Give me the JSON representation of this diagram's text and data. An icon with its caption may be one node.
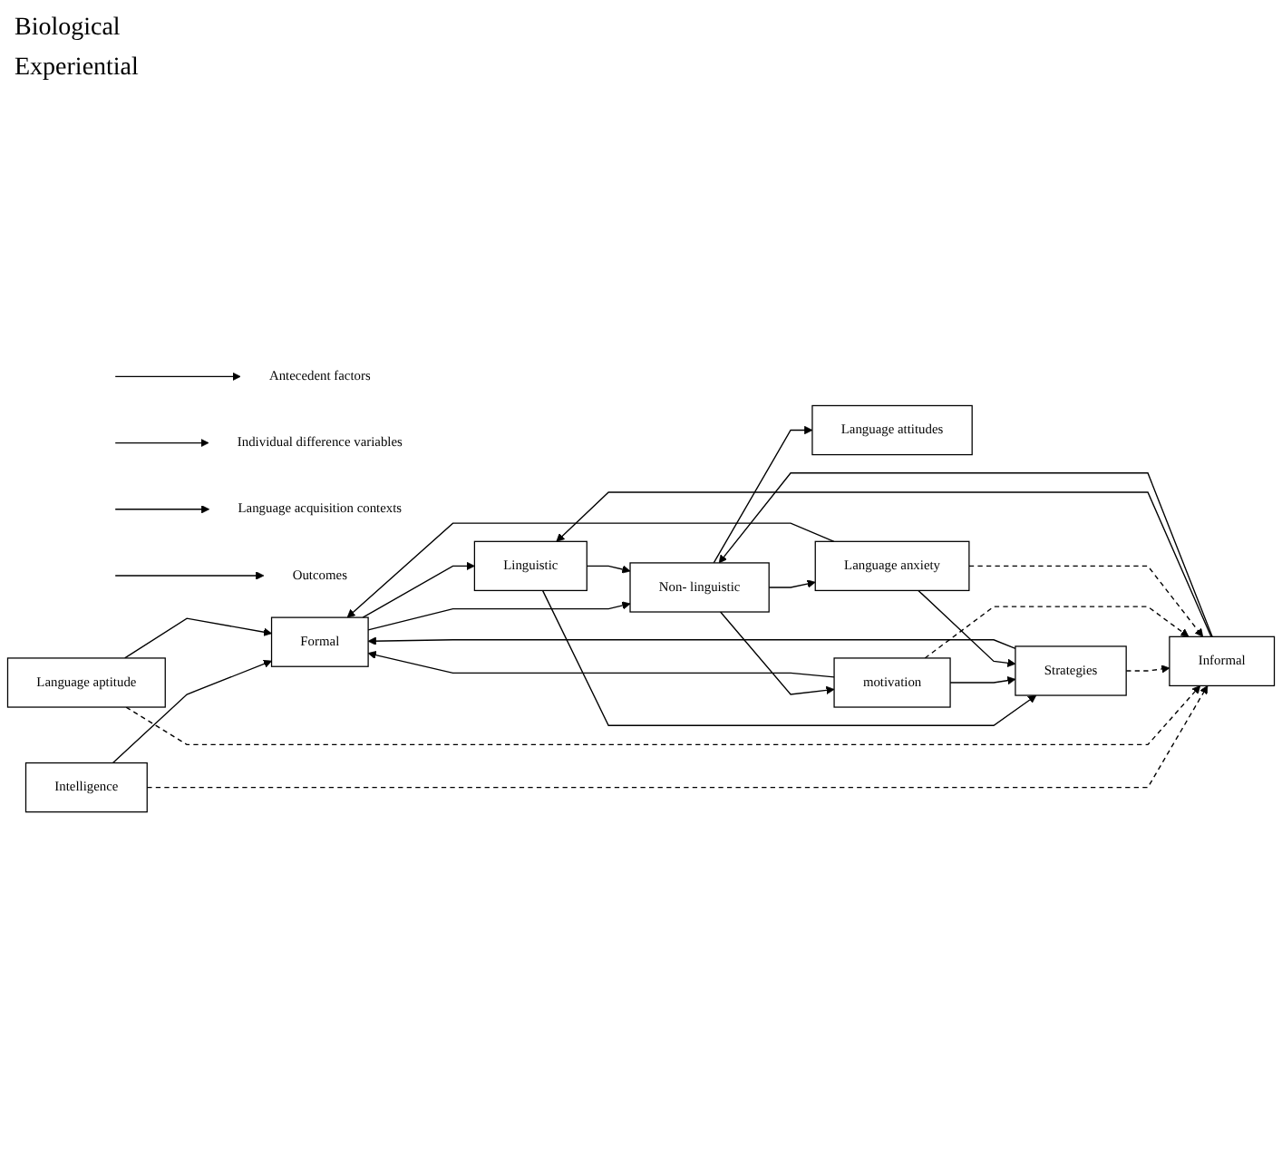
{
  "diagram": {
    "nodes": [
      {
        "text": [
          "Antecedent factors"
        ]
      },
      {
        "text": [
          "Individual difference variables"
        ]
      },
      {
        "text": [
          "Language acquisition contexts"
        ]
      },
      {
        "text": [
          "Outcomes"
        ]
      },
      {
        "text": [
          "Intelligence"
        ]
      },
      {
        "text": [
          "Language aptitude"
        ]
      },
      {
        "text": [
          "Strategies"
        ]
      },
      {
        "text": [
          "Language attitudes"
        ]
      },
      {
        "text": [
          "motivation"
        ]
      },
      {
        "text": [
          "Language anxiety"
        ]
      },
      {
        "text": [
          "Formal"
        ]
      },
      {
        "text": [
          "Informal"
        ]
      },
      {
        "text": [
          "Linguistic"
        ]
      },
      {
        "text": [
          "Non- linguistic"
        ]
      }
    ],
    "edges": [
      {
        "from": null,
        "to": 0,
        "arrow": "to"
      },
      {
        "from": null,
        "to": 1,
        "arrow": "to"
      },
      {
        "from": null,
        "to": 2,
        "arrow": "to"
      },
      {
        "from": null,
        "to": 3,
        "arrow": "to"
      },
      {
        "from": 4,
        "to": 10,
        "arrow": "to"
      },
      {
        "from": 5,
        "to": 10,
        "arrow": "to"
      },
      {
        "from": 6,
        "to": 10,
        "arrow": "to"
      },
      {
        "from": 8,
        "to": 10,
        "arrow": "to"
      },
      {
        "from": 9,
        "to": 10,
        "arrow": "to"
      },
      {
        "from": 4,
        "to": 11,
        "arrow": "to",
        "style": "dashed"
      },
      {
        "from": 5,
        "to": 11,
        "arrow": "to",
        "style": "dashed"
      },
      {
        "from": 6,
        "to": 11,
        "arrow": "to",
        "style": "dashed"
      },
      {
        "from": 8,
        "to": 11,
        "arrow": "to",
        "style": "dashed"
      },
      {
        "from": 9,
        "to": 11,
        "arrow": "to",
        "style": "dashed"
      },
      {
        "from": 10,
        "to": 12,
        "arrow": "to"
      },
      {
        "from": 10,
        "to": 13,
        "arrow": "to"
      },
      {
        "from": 11,
        "to": 12,
        "arrow": "to"
      },
      {
        "from": 11,
        "to": 13,
        "arrow": "to"
      },
      {
        "from": 12,
        "to": 13,
        "arrow": "to"
      },
      {
        "from": 12,
        "to": 6,
        "arrow": "to"
      },
      {
        "from": 13,
        "to": 7,
        "arrow": "to"
      },
      {
        "from": 13,
        "to": 8,
        "arrow": "to"
      },
      {
        "from": 13,
        "to": 9,
        "arrow": "to"
      },
      {
        "from": 8,
        "to": 6,
        "arrow": "to"
      },
      {
        "from": 9,
        "to": 6,
        "arrow": "to"
      }
    ],
    "labels": [
      "Biological",
      "Experiential"
    ]
  }
}
